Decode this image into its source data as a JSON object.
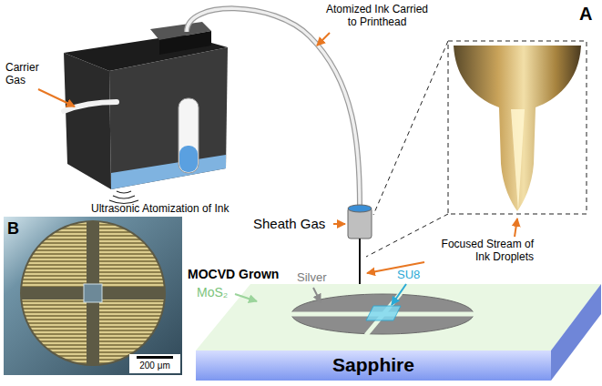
{
  "diagram": {
    "nodes": [
      {
        "text": [
          "Sapphire"
        ]
      }
    ],
    "labels": [
      "A",
      "Atomized Ink Carried to Printhead",
      "Carrier Gas",
      "Ultrasonic Atomization of Ink",
      "Sheath Gas",
      "Focused Stream of Ink Droplets",
      "MOCVD Grown",
      "MoS₂",
      "Silver",
      "SU8",
      "B",
      "200 μm"
    ]
  }
}
